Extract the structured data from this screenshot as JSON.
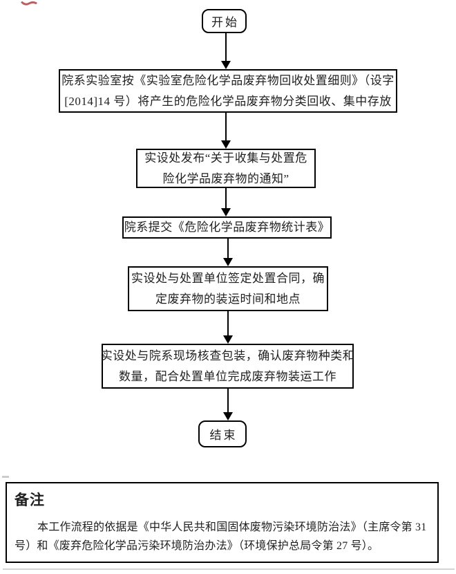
{
  "flowchart": {
    "start": {
      "label": "开始"
    },
    "end": {
      "label": "结束"
    },
    "steps": [
      {
        "lines": [
          "院系实验室按《实验室危险化学品废弃物回收处置细则》（设字",
          "[2014]14 号）将产生的危险化学品废弃物分类回收、集中存放"
        ]
      },
      {
        "lines": [
          "实设处发布“关于收集与处置危",
          "险化学品废弃物的通知”"
        ]
      },
      {
        "lines": [
          "院系提交《危险化学品废弃物统计表》"
        ]
      },
      {
        "lines": [
          "实设处与处置单位签定处置合同，确",
          "定废弃物的装运时间和地点"
        ]
      },
      {
        "lines": [
          "实设处与院系现场核查包装，确认废弃物种类和",
          "数量，配合处置单位完成废弃物装运工作"
        ]
      }
    ]
  },
  "remarks": {
    "title": "备注",
    "body_lines": [
      "本工作流程的依据是《中华人民共和国固体废物污染环境防治法》（主席令第 31",
      "号）和《废弃危险化学品污染环境防治办法》（环境保护总局令第 27 号）。"
    ]
  },
  "colors": {
    "line": "#000000",
    "text": "#1f1f1f",
    "red_mark": "#b86060",
    "light_rule": "#d4d4d4"
  }
}
